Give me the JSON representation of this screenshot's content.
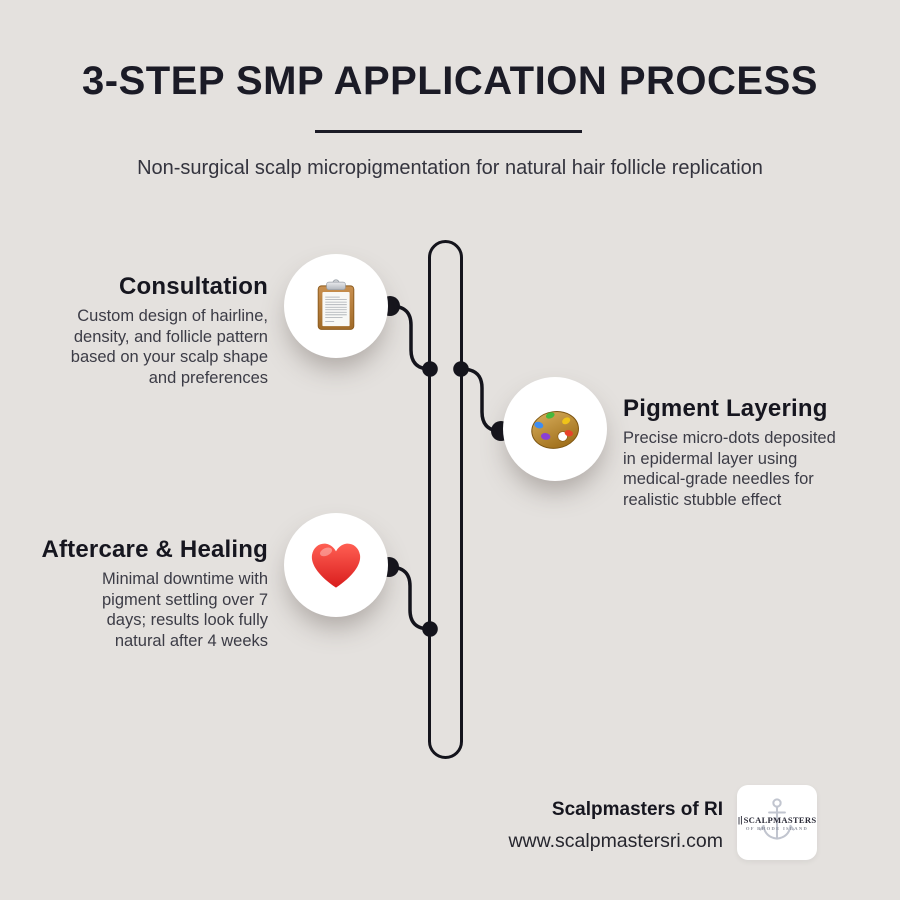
{
  "header": {
    "title": "3-STEP SMP APPLICATION PROCESS",
    "subtitle": "Non-surgical scalp micropigmentation for natural hair follicle replication"
  },
  "steps": [
    {
      "title": "Consultation",
      "description": "Custom design of hairline,\ndensity, and follicle pattern\nbased on your scalp shape\nand preferences",
      "icon": "clipboard-emoji",
      "side": "left"
    },
    {
      "title": "Pigment Layering",
      "description": "Precise micro-dots deposited\nin epidermal layer using\nmedical-grade needles for\nrealistic stubble effect",
      "icon": "artist-palette-emoji",
      "side": "right"
    },
    {
      "title": "Aftercare & Healing",
      "description": "Minimal downtime with\npigment settling over 7\ndays; results look fully\nnatural after 4 weeks",
      "icon": "red-heart-emoji",
      "side": "left"
    }
  ],
  "footer": {
    "brand": "Scalpmasters of RI",
    "website": "www.scalpmastersri.com",
    "logo_line1": "SCALPMASTERS",
    "logo_line2": "OF RHODE ISLAND"
  },
  "colors": {
    "background": "#E4E1DE",
    "ink": "#1B1B26",
    "body_text": "#3C3C46",
    "circle_fill": "#FFFFFF",
    "timeline": "#14141C"
  }
}
